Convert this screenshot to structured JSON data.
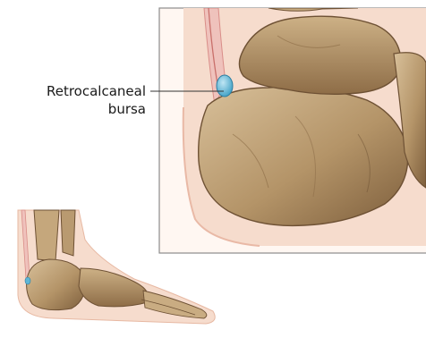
{
  "annotation": {
    "line1": "Retrocalcaneal",
    "line2": "bursa"
  },
  "colors": {
    "bone": "#bfa27a",
    "bone_shadow": "#8a6a45",
    "skin": "#f6dccd",
    "tendon": "#e9aaa6",
    "bursa": "#5fb6d6",
    "frame": "#8c8c8c"
  },
  "icons": [
    "bone-illustration",
    "foot-illustration"
  ]
}
